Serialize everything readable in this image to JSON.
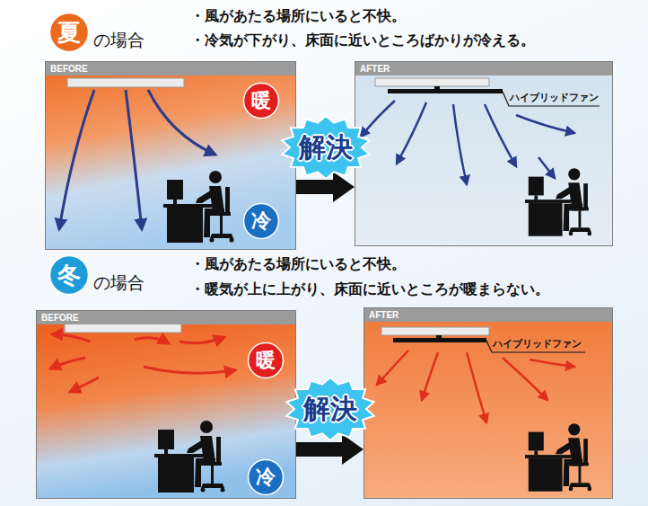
{
  "diagram": {
    "nodes": [
      {
        "text": [
          "夏"
        ]
      },
      {
        "text": [
          "BEFORE"
        ]
      },
      {
        "text": [
          "暖"
        ],
        "in": 1
      },
      {
        "text": [
          "冷"
        ],
        "in": 1
      },
      {
        "text": [
          "AFTER"
        ]
      },
      {
        "text": [
          "冬"
        ]
      },
      {
        "text": [
          "BEFORE"
        ]
      },
      {
        "text": [
          "暖"
        ],
        "in": 6
      },
      {
        "text": [
          "冷"
        ],
        "in": 6
      },
      {
        "text": [
          "AFTER"
        ]
      }
    ],
    "edges": [
      {
        "from": 1,
        "to": 4,
        "arrow": "to",
        "label": "解決"
      },
      {
        "from": 6,
        "to": 9,
        "arrow": "to",
        "label": "解決"
      }
    ],
    "labels": [
      "の場合",
      "・風があたる場所にいると不快。",
      "・冷気が下がり、床面に近いところばかりが冷える。",
      "ハイブリッドファン",
      "の場合",
      "・風があたる場所にいると不快。",
      "・暖気が上に上がり、床面に近いところが暖まらない。",
      "ハイブリッドファン"
    ]
  }
}
